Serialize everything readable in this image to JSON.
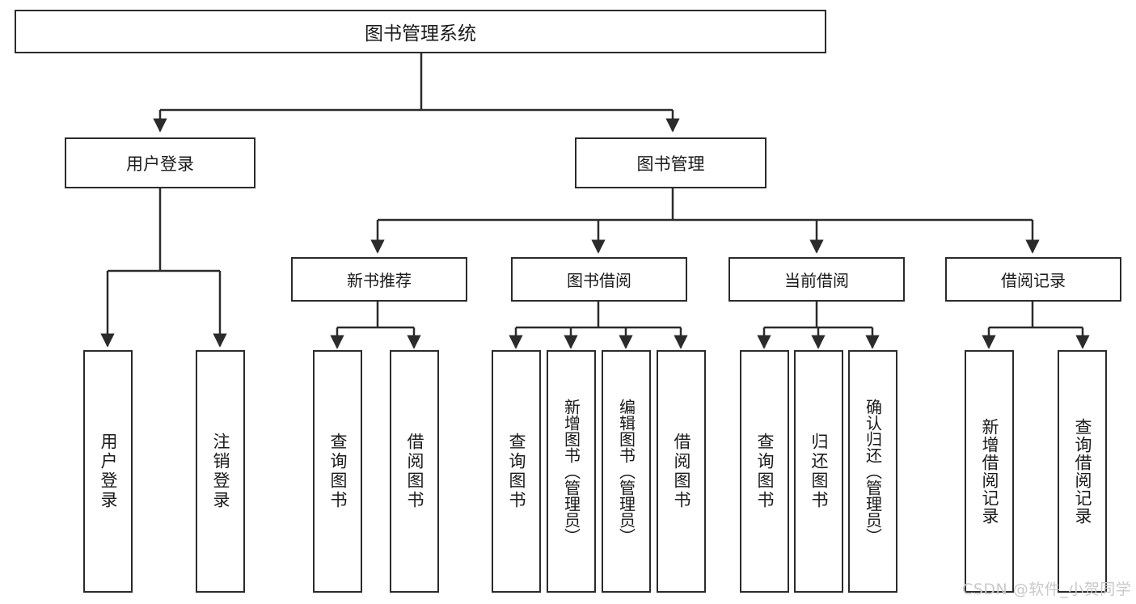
{
  "diagram": {
    "type": "tree-hierarchy-chart",
    "title": "图书管理系统",
    "background_color": "#ffffff",
    "line_color": "#2b2b2b",
    "text_color": "#1a1a1a"
  },
  "nodes": {
    "root": {
      "label": "图书管理系统"
    },
    "level2": [
      {
        "label": "用户登录"
      },
      {
        "label": "图书管理"
      }
    ],
    "level3": [
      {
        "label": "新书推荐"
      },
      {
        "label": "图书借阅"
      },
      {
        "label": "当前借阅"
      },
      {
        "label": "借阅记录"
      }
    ],
    "leaves": {
      "user_login": [
        {
          "label": "用户登录"
        },
        {
          "label": "注销登录"
        }
      ],
      "new_book_recommend": [
        {
          "label": "查询图书"
        },
        {
          "label": "借阅图书"
        }
      ],
      "book_borrow": [
        {
          "label": "查询图书"
        },
        {
          "label": "新增图书（管理员）"
        },
        {
          "label": "编辑图书（管理员）"
        },
        {
          "label": "借阅图书"
        }
      ],
      "current_borrow": [
        {
          "label": "查询图书"
        },
        {
          "label": "归还图书"
        },
        {
          "label": "确认归还（管理员）"
        }
      ],
      "borrow_record": [
        {
          "label": "新增借阅记录"
        },
        {
          "label": "查询借阅记录"
        }
      ]
    }
  },
  "watermark": {
    "text": "CSDN @软件_小贺同学",
    "color": "#c9c9c9"
  }
}
